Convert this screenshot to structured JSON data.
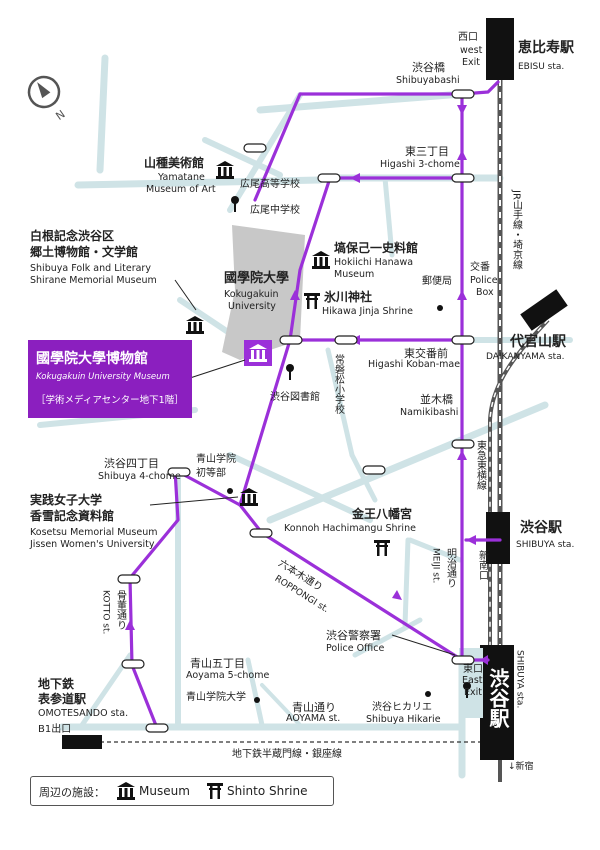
{
  "stations": {
    "ebisu": {
      "ja": "恵比寿駅",
      "en": "EBISU sta.",
      "exit_ja": "西口",
      "exit_en1": "west",
      "exit_en2": "Exit"
    },
    "daikanyama": {
      "ja": "代官山駅",
      "en": "DAIKANYAMA sta."
    },
    "shibuya_toyoko": {
      "ja": "渋谷駅",
      "en": "SHIBUYA sta."
    },
    "shibuya_main": {
      "ja": "渋谷駅",
      "en": "SHIBUYA sta.",
      "exit_ja": "東口",
      "exit_en1": "East",
      "exit_en2": "Exit"
    },
    "omotesando": {
      "ja1": "地下鉄",
      "ja2": "表参道駅",
      "en": "OMOTESANDO sta.",
      "exit": "B1出口"
    }
  },
  "railways": {
    "jr": "JR山手線・埼京線",
    "tokyu": "東急東横線",
    "hanzomon": "地下鉄半蔵門線・銀座線",
    "shinjuku": "↓新宿"
  },
  "intersections": {
    "shibuyabashi": {
      "ja": "渋谷橋",
      "en": "Shibuyabashi"
    },
    "higashi3": {
      "ja": "東三丁目",
      "en": "Higashi 3-chome"
    },
    "higashi_koban": {
      "ja": "東交番前",
      "en": "Higashi Koban-mae"
    },
    "namikibashi": {
      "ja": "並木橋",
      "en": "Namikibashi"
    },
    "shibuya4": {
      "ja": "渋谷四丁目",
      "en": "Shibuya 4-chome"
    },
    "aoyama5": {
      "ja": "青山五丁目",
      "en": "Aoyama 5-chome"
    },
    "shinminamiguchi": "新南口"
  },
  "streets": {
    "meiji": {
      "ja": "明治通り",
      "en": "MEIJI st."
    },
    "roppongi": {
      "ja": "六本木通り",
      "en": "ROPPONGI st."
    },
    "kotto": {
      "ja": "骨董通り",
      "en": "KOTTO st."
    },
    "aoyama": {
      "ja": "青山通り",
      "en": "AOYAMA st."
    }
  },
  "places": {
    "yamatane": {
      "ja": "山種美術館",
      "en1": "Yamatane",
      "en2": "Museum of Art"
    },
    "hiroo_hs": "広尾高等学校",
    "hiroo_jhs": "広尾中学校",
    "shirane": {
      "ja1": "白根記念渋谷区",
      "ja2": "郷土博物館・文学館",
      "en1": "Shibuya Folk and Literary",
      "en2": "Shirane Memorial Museum"
    },
    "kokugakuin": {
      "ja": "國學院大學",
      "en1": "Kokugakuin",
      "en2": "University"
    },
    "hanawa": {
      "ja": "塙保己一史料館",
      "en1": "Hokiichi Hanawa",
      "en2": "Museum"
    },
    "hikawa": {
      "ja": "氷川神社",
      "en": "Hikawa Jinja Shrine"
    },
    "post": "郵便局",
    "police_box": {
      "ja": "交番",
      "en1": "Police",
      "en2": "Box"
    },
    "tokiwamatsu": "常磐松小学校",
    "library": "渋谷図書館",
    "aoyama_gakuin_hs": {
      "l1": "青山学院",
      "l2": "初等部"
    },
    "jissen": {
      "ja1": "実践女子大学",
      "ja2": "香雪記念資料館",
      "en1": "Kosetsu Memorial Museum",
      "en2": "Jissen Women's University"
    },
    "konnoh": {
      "ja": "金王八幡宮",
      "en": "Konnoh Hachimangu Shrine"
    },
    "police_office": {
      "ja": "渋谷警察署",
      "en": "Police Office"
    },
    "aoyama_gakuin_univ": "青山学院大学",
    "hikarie": {
      "ja": "渋谷ヒカリエ",
      "en": "Shibuya Hikarie"
    }
  },
  "title": {
    "ja": "國學院大學博物館",
    "en": "Kokugakuin University Museum",
    "note": "［学術メディアセンター地下1階］"
  },
  "legend": {
    "intro": "周辺の施設：",
    "museum": "Museum",
    "shrine": "Shinto Shrine"
  },
  "colors": {
    "route": "#9b30d9",
    "road": "#cfe3e6",
    "campus": "#c8c8c8",
    "title_bg": "#8b1fbf"
  },
  "icons": {
    "compass": "compass-north-icon",
    "museum": "museum-icon",
    "shrine": "torii-icon"
  }
}
